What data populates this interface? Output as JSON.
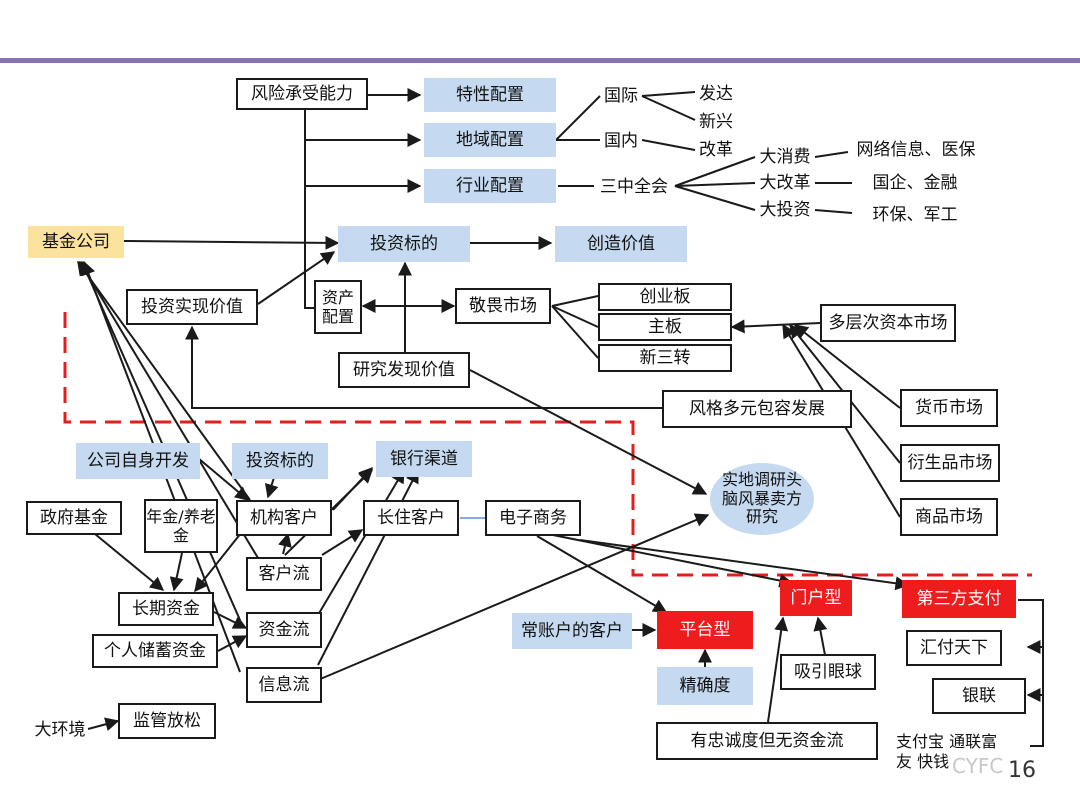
{
  "page_number": "16",
  "watermark": "CYFC",
  "colors": {
    "accent_bar": "#8a73b5",
    "blue_fill": "#c5daf0",
    "yellow_fill": "#fbe39e",
    "red_fill": "#ee1c1c",
    "dashed_border": "#e31e1e"
  },
  "nodes": {
    "risk": "风险承受能力",
    "feature": "特性配置",
    "region": "地域配置",
    "industry": "行业配置",
    "intl": "国际",
    "developed": "发达",
    "emerging": "新兴",
    "domestic": "国内",
    "reform": "改革",
    "plenum": "三中全会",
    "big_consume": "大消费",
    "big_reform": "大改革",
    "big_invest": "大投资",
    "net_med": "网络信息、医保",
    "soe_fin": "国企、金融",
    "env_mil": "环保、军工",
    "fund_co": "基金公司",
    "invest_target": "投资标的",
    "create_value": "创造价值",
    "invest_value": "投资实现价值",
    "asset_alloc": "资产配置",
    "reverence": "敬畏市场",
    "chinext": "创业板",
    "main_board": "主板",
    "neeq": "新三转",
    "multi_capital": "多层次资本市场",
    "research_value": "研究发现价值",
    "diverse": "风格多元包容发展",
    "money_mkt": "货币市场",
    "deriv_mkt": "衍生品市场",
    "commodity_mkt": "商品市场",
    "self_dev": "公司自身开发",
    "invest_target2": "投资标的",
    "bank_channel": "银行渠道",
    "gov_fund": "政府基金",
    "pension": "年金/养老金",
    "inst_client": "机构客户",
    "long_client": "长住客户",
    "ecommerce": "电子商务",
    "field_research": "实地调研头脑风暴卖方研究",
    "client_flow": "客户流",
    "long_capital": "长期资金",
    "capital_flow": "资金流",
    "personal_savings": "个人储蓄资金",
    "info_flow": "信息流",
    "macro_env": "大环境",
    "dereg": "监管放松",
    "regular_client": "常账户的客户",
    "platform": "平台型",
    "portal": "门户型",
    "third_pay": "第三方支付",
    "huifu": "汇付天下",
    "precision": "精确度",
    "eyeball": "吸引眼球",
    "unionpay": "银联",
    "loyal": "有忠诚度但无资金流",
    "alipay": "支付宝 通联富友 快钱"
  }
}
